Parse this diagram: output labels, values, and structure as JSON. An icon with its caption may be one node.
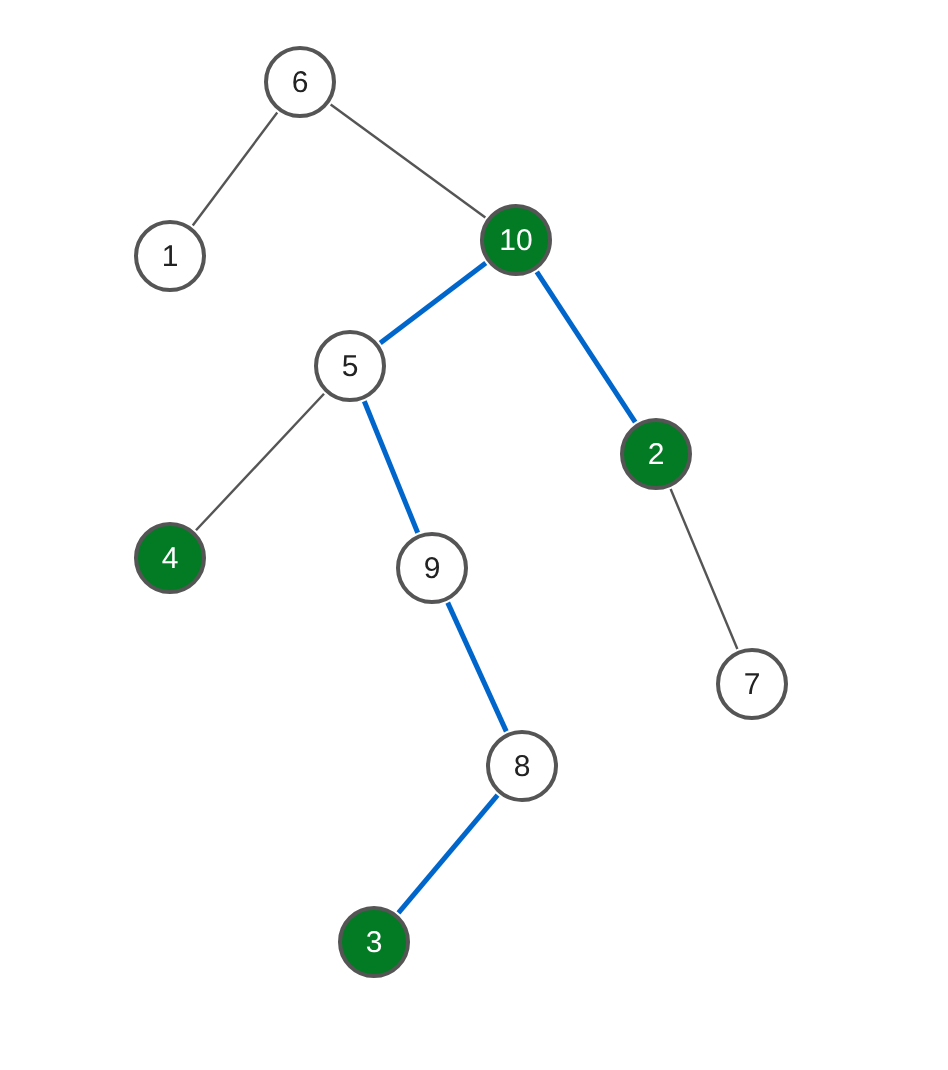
{
  "diagram": {
    "nodes": [
      {
        "text": [
          "6"
        ]
      },
      {
        "text": [
          "1"
        ]
      },
      {
        "text": [
          "10"
        ]
      },
      {
        "text": [
          "5"
        ]
      },
      {
        "text": [
          "2"
        ]
      },
      {
        "text": [
          "4"
        ]
      },
      {
        "text": [
          "9"
        ]
      },
      {
        "text": [
          "7"
        ]
      },
      {
        "text": [
          "8"
        ]
      },
      {
        "text": [
          "3"
        ]
      }
    ],
    "edges": [
      {
        "from": 0,
        "to": 1,
        "arrow": "none",
        "color": "#555555"
      },
      {
        "from": 0,
        "to": 2,
        "arrow": "none",
        "color": "#555555"
      },
      {
        "from": 2,
        "to": 3,
        "arrow": "none"
      },
      {
        "from": 2,
        "to": 4,
        "arrow": "none"
      },
      {
        "from": 3,
        "to": 5,
        "arrow": "none",
        "color": "#555555"
      },
      {
        "from": 3,
        "to": 6,
        "arrow": "none"
      },
      {
        "from": 4,
        "to": 7,
        "arrow": "none",
        "color": "#555555"
      },
      {
        "from": 6,
        "to": 8,
        "arrow": "none"
      },
      {
        "from": 8,
        "to": 9,
        "arrow": "none"
      }
    ]
  }
}
